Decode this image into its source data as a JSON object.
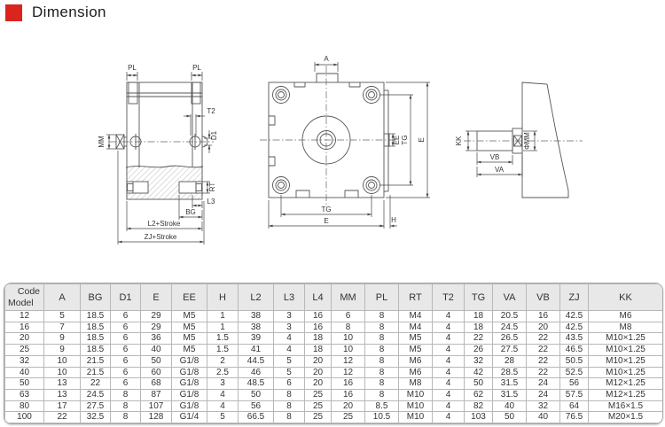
{
  "header": {
    "title": "Dimension",
    "accent_color": "#d9251d"
  },
  "drawings": {
    "side_view": {
      "pl_left": "PL",
      "pl_right": "PL",
      "mm": "MM",
      "t2": "T2",
      "d1": "D1",
      "rt": "RT",
      "l3": "L3",
      "bg": "BG",
      "l2_stroke": "L2+Stroke",
      "zj_stroke": "ZJ+Stroke"
    },
    "front_view": {
      "a": "A",
      "ee": "EE",
      "tg_side": "TG",
      "e_side": "E",
      "tg_bottom": "TG",
      "e_bottom": "E",
      "h": "H"
    },
    "rod_view": {
      "kk": "KK",
      "phi_mm": "ΦMM",
      "vb": "VB",
      "va": "VA"
    }
  },
  "table": {
    "corner_top": "Code",
    "corner_bottom": "Model",
    "columns": [
      "A",
      "BG",
      "D1",
      "E",
      "EE",
      "H",
      "L2",
      "L3",
      "L4",
      "MM",
      "PL",
      "RT",
      "T2",
      "TG",
      "VA",
      "VB",
      "ZJ",
      "KK"
    ],
    "rows": [
      {
        "model": "12",
        "values": [
          "5",
          "18.5",
          "6",
          "29",
          "M5",
          "1",
          "38",
          "3",
          "16",
          "6",
          "8",
          "M4",
          "4",
          "18",
          "20.5",
          "16",
          "42.5",
          "M6"
        ]
      },
      {
        "model": "16",
        "values": [
          "7",
          "18.5",
          "6",
          "29",
          "M5",
          "1",
          "38",
          "3",
          "16",
          "8",
          "8",
          "M4",
          "4",
          "18",
          "24.5",
          "20",
          "42.5",
          "M8"
        ]
      },
      {
        "model": "20",
        "values": [
          "9",
          "18.5",
          "6",
          "36",
          "M5",
          "1.5",
          "39",
          "4",
          "18",
          "10",
          "8",
          "M5",
          "4",
          "22",
          "26.5",
          "22",
          "43.5",
          "M10×1.25"
        ]
      },
      {
        "model": "25",
        "values": [
          "9",
          "18.5",
          "6",
          "40",
          "M5",
          "1.5",
          "41",
          "4",
          "18",
          "10",
          "8",
          "M5",
          "4",
          "26",
          "27.5",
          "22",
          "46.5",
          "M10×1.25"
        ]
      },
      {
        "model": "32",
        "values": [
          "10",
          "21.5",
          "6",
          "50",
          "G1/8",
          "2",
          "44.5",
          "5",
          "20",
          "12",
          "8",
          "M6",
          "4",
          "32",
          "28",
          "22",
          "50.5",
          "M10×1.25"
        ]
      },
      {
        "model": "40",
        "values": [
          "10",
          "21.5",
          "6",
          "60",
          "G1/8",
          "2.5",
          "46",
          "5",
          "20",
          "12",
          "8",
          "M6",
          "4",
          "42",
          "28.5",
          "22",
          "52.5",
          "M10×1.25"
        ]
      },
      {
        "model": "50",
        "values": [
          "13",
          "22",
          "6",
          "68",
          "G1/8",
          "3",
          "48.5",
          "6",
          "20",
          "16",
          "8",
          "M8",
          "4",
          "50",
          "31.5",
          "24",
          "56",
          "M12×1.25"
        ]
      },
      {
        "model": "63",
        "values": [
          "13",
          "24.5",
          "8",
          "87",
          "G1/8",
          "4",
          "50",
          "8",
          "25",
          "16",
          "8",
          "M10",
          "4",
          "62",
          "31.5",
          "24",
          "57.5",
          "M12×1.25"
        ]
      },
      {
        "model": "80",
        "values": [
          "17",
          "27.5",
          "8",
          "107",
          "G1/8",
          "4",
          "56",
          "8",
          "25",
          "20",
          "8.5",
          "M10",
          "4",
          "82",
          "40",
          "32",
          "64",
          "M16×1.5"
        ]
      },
      {
        "model": "100",
        "values": [
          "22",
          "32.5",
          "8",
          "128",
          "G1/4",
          "5",
          "66.5",
          "8",
          "25",
          "25",
          "10.5",
          "M10",
          "4",
          "103",
          "50",
          "40",
          "76.5",
          "M20×1.5"
        ]
      }
    ]
  }
}
